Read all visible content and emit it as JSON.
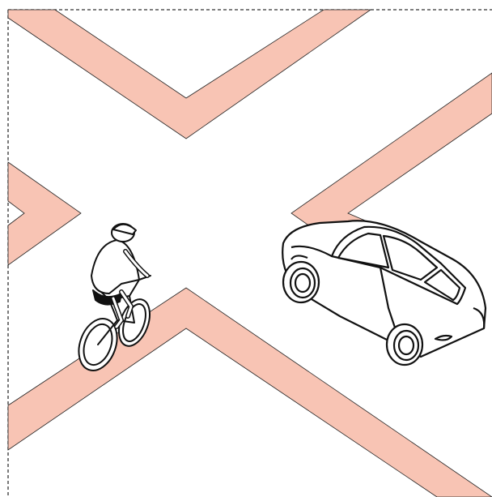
{
  "scene": {
    "colors": {
      "background": "#ffffff",
      "road_edge": "#f8c4b4",
      "ink": "#111111",
      "frame": "#333333"
    },
    "elements": [
      "intersection-road-markings",
      "bicycle-rider",
      "car"
    ]
  }
}
